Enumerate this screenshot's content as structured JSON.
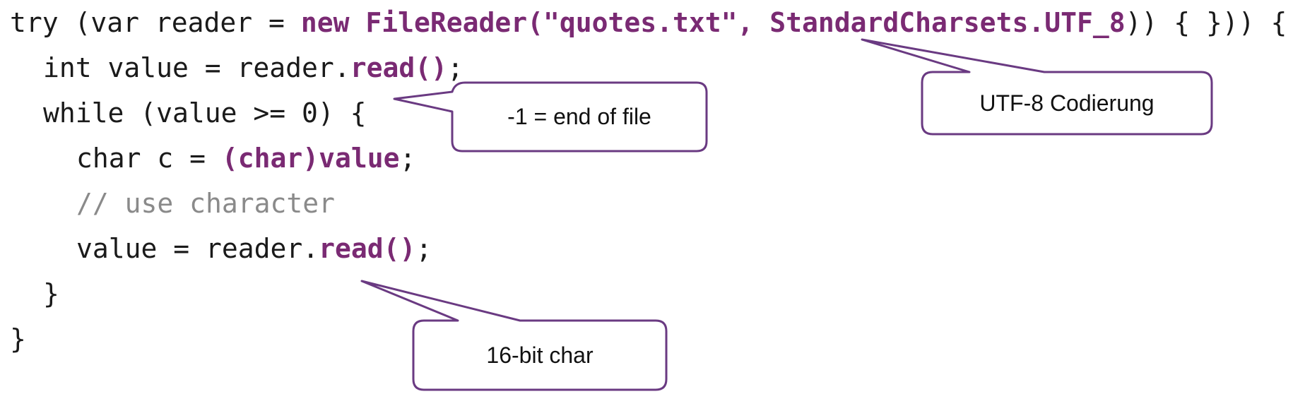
{
  "code": {
    "line1": {
      "t1": "try (var reader = ",
      "t2": "new FileReader(\"quotes.txt\", StandardCharsets.UTF_8",
      "t3": ")) {",
      "t4": "}",
      "t5": ")) {"
    },
    "line2": {
      "t1": "int value = reader.",
      "t2": "read()",
      "t3": ";"
    },
    "line3": {
      "t1": "while (value >= 0) {"
    },
    "line4": {
      "t1": "char c = ",
      "t2": "(char)value",
      "t3": ";"
    },
    "line5": {
      "t1": "// use character"
    },
    "line6": {
      "t1": "value = reader.",
      "t2": "read()",
      "t3": ";"
    },
    "line7": {
      "t1": "}"
    },
    "line8": {
      "t1": "}"
    }
  },
  "callouts": {
    "eof": "-1 = end of file",
    "utf8": "UTF-8 Codierung",
    "char16": "16-bit char"
  },
  "colors": {
    "keyword": "#7a2a73",
    "callout_border": "#6a3a82",
    "comment": "#8a8a8a"
  }
}
